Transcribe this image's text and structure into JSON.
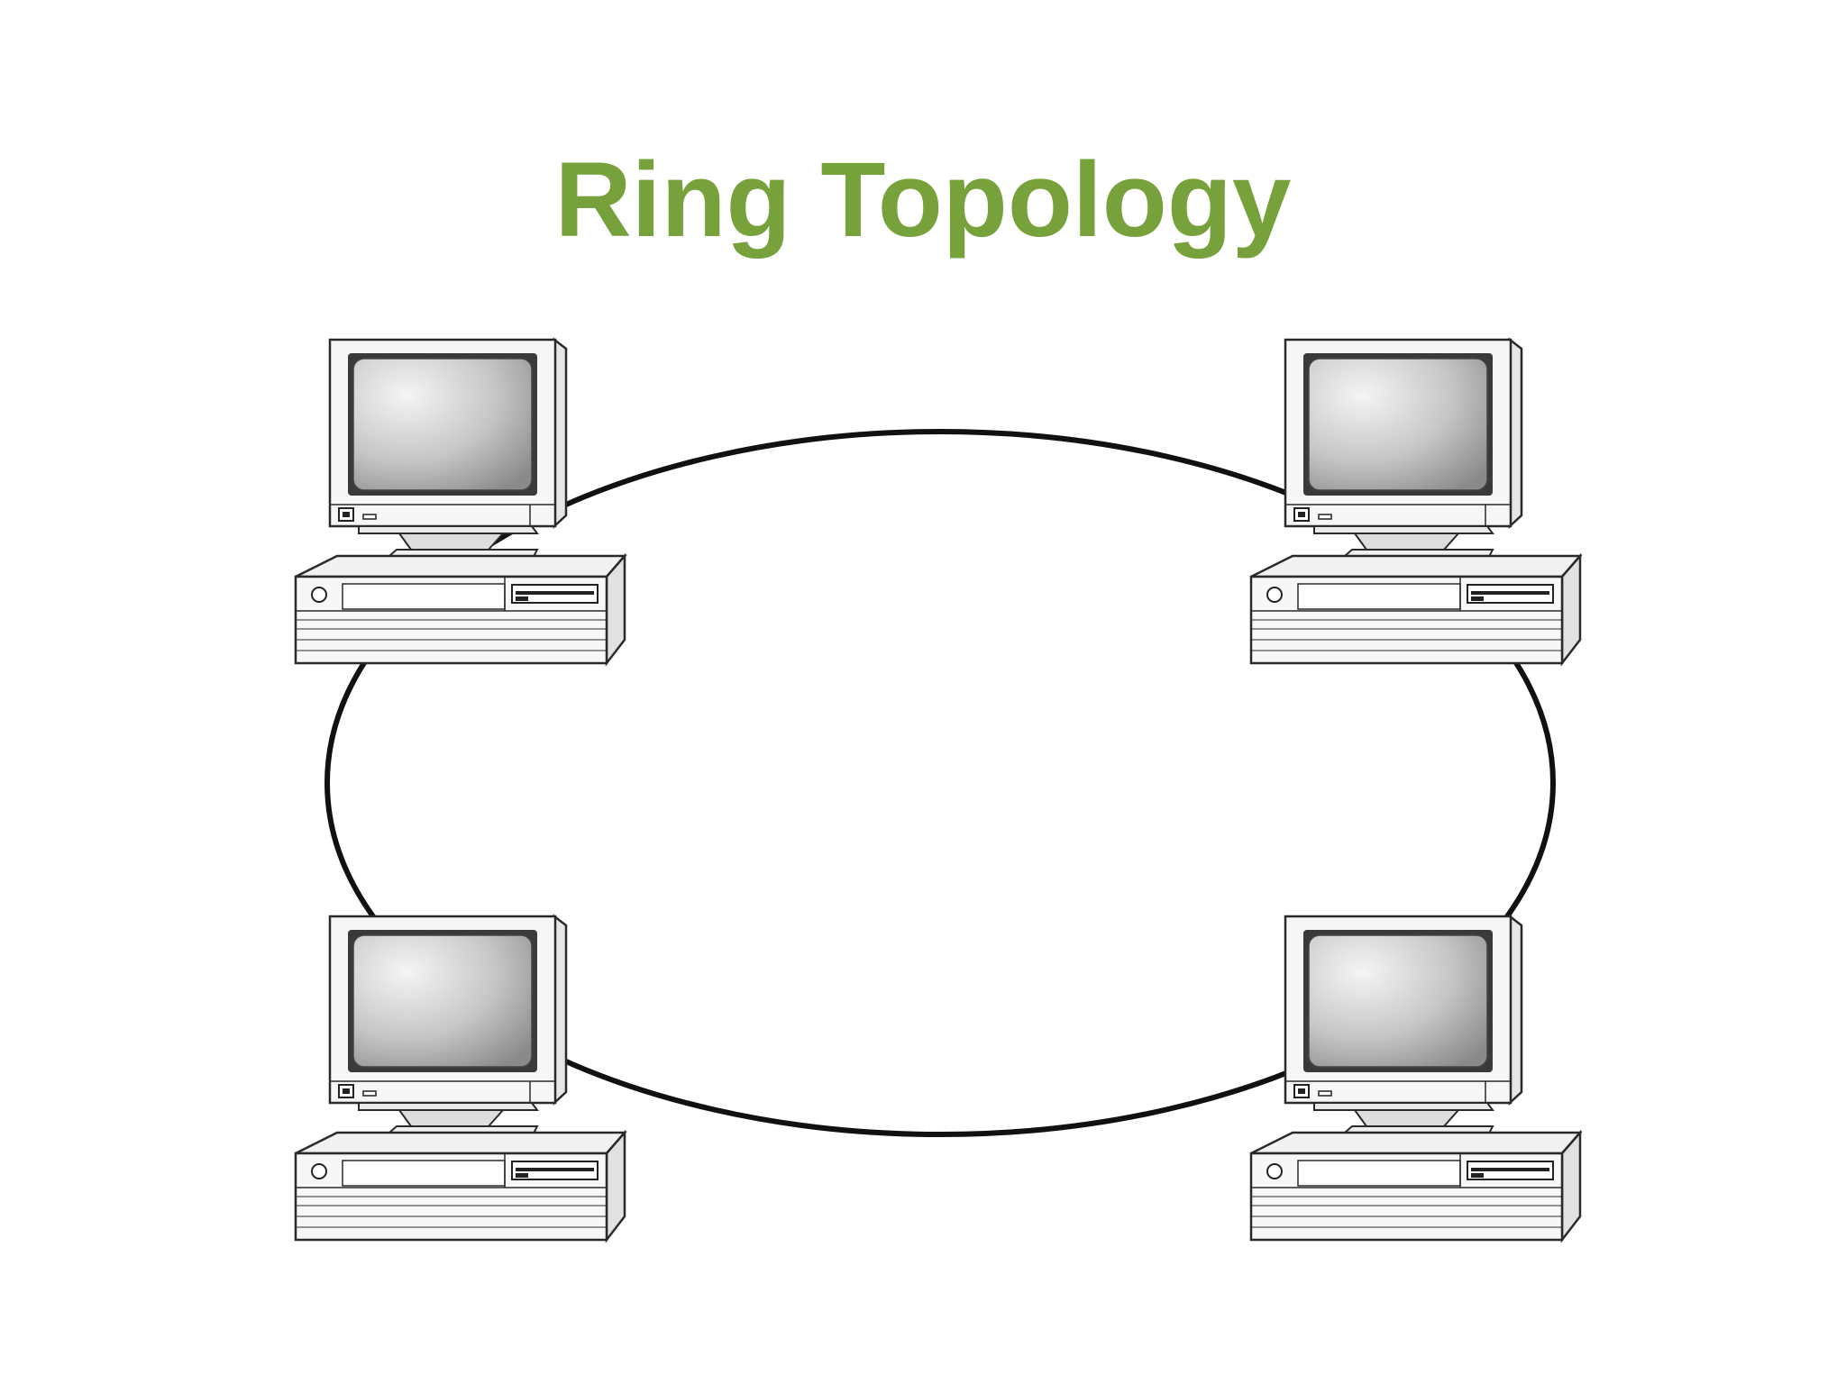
{
  "title": "Ring Topology",
  "colors": {
    "title": "#76a13b",
    "ring": "#111111",
    "outline": "#2a2a2a",
    "casing": "#f3f3f3",
    "screen_light": "#f2f2f2",
    "screen_dark": "#8f8f8f"
  },
  "nodes": [
    {
      "name": "computer-top-left",
      "icon": "desktop-computer-icon"
    },
    {
      "name": "computer-top-right",
      "icon": "desktop-computer-icon"
    },
    {
      "name": "computer-bottom-left",
      "icon": "desktop-computer-icon"
    },
    {
      "name": "computer-bottom-right",
      "icon": "desktop-computer-icon"
    }
  ]
}
